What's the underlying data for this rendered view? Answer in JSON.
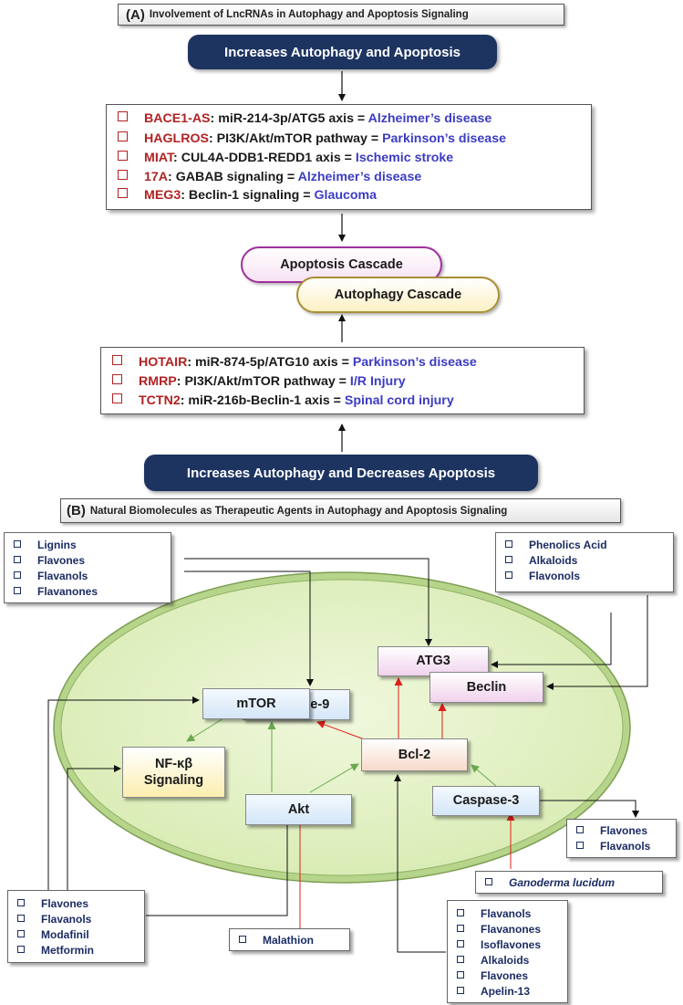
{
  "panelA": {
    "tag": "(A)",
    "title": "Involvement of LncRNAs in Autophagy and Apoptosis Signaling",
    "top_banner": "Increases Autophagy and Apoptosis",
    "top_list": [
      {
        "gene": "BACE1-AS",
        "mid": ": miR-214-3p/ATG5 axis = ",
        "disease": "Alzheimer’s disease"
      },
      {
        "gene": "HAGLROS",
        "mid": ": PI3K/Akt/mTOR pathway = ",
        "disease": "Parkinson’s disease"
      },
      {
        "gene": "MIAT",
        "mid": ": CUL4A-DDB1-REDD1 axis = ",
        "disease": "Ischemic stroke"
      },
      {
        "gene": "17A",
        "mid": ": GABAB signaling = ",
        "disease": "Alzheimer’s disease"
      },
      {
        "gene": "MEG3",
        "mid": ": Beclin-1 signaling = ",
        "disease": "Glaucoma"
      }
    ],
    "cascade_apoptosis": "Apoptosis Cascade",
    "cascade_autophagy": "Autophagy Cascade",
    "bottom_list": [
      {
        "gene": "HOTAIR",
        "mid": ": miR-874-5p/ATG10 axis = ",
        "disease": "Parkinson’s disease"
      },
      {
        "gene": "RMRP",
        "mid": ": PI3K/Akt/mTOR pathway = ",
        "disease": "I/R Injury"
      },
      {
        "gene": "TCTN2",
        "mid": ": miR-216b-Beclin-1 axis = ",
        "disease": "Spinal cord injury"
      }
    ],
    "bottom_banner": "Increases Autophagy and Decreases Apoptosis"
  },
  "panelB": {
    "tag": "(B)",
    "title": "Natural Biomolecules as Therapeutic Agents in Autophagy and Apoptosis Signaling",
    "nodes": {
      "caspase9": "Caspase-9",
      "atg3": "ATG3",
      "beclin": "Beclin",
      "mtor": "mTOR",
      "nfkb_line1": "NF-κβ",
      "nfkb_line2": "Signaling",
      "bcl2": "Bcl-2",
      "akt": "Akt",
      "caspase3": "Caspase-3"
    },
    "lists": {
      "top_left": [
        "Lignins",
        "Flavones",
        "Flavanols",
        "Flavanones"
      ],
      "top_right": [
        "Phenolics Acid",
        "Alkaloids",
        "Flavonols"
      ],
      "right": [
        "Flavones",
        "Flavanols"
      ],
      "ganoderma": [
        "Ganoderma lucidum"
      ],
      "bottom_left": [
        "Flavones",
        "Flavanols",
        "Modafinil",
        "Metformin"
      ],
      "malathion": [
        "Malathion"
      ],
      "bottom_center": [
        "Flavanols",
        "Flavanones",
        "Isoflavones",
        "Alkaloids",
        "Flavones",
        "Apelin-13"
      ]
    }
  },
  "colors": {
    "banner": "#1d3461",
    "gene_red": "#b22222",
    "disease_blue": "#3b3bc4",
    "agent_navy": "#1b2c63",
    "activation_green": "#6aa84f",
    "inhibition_red": "#e0201a",
    "cell_fill": "#e3f1c6"
  }
}
